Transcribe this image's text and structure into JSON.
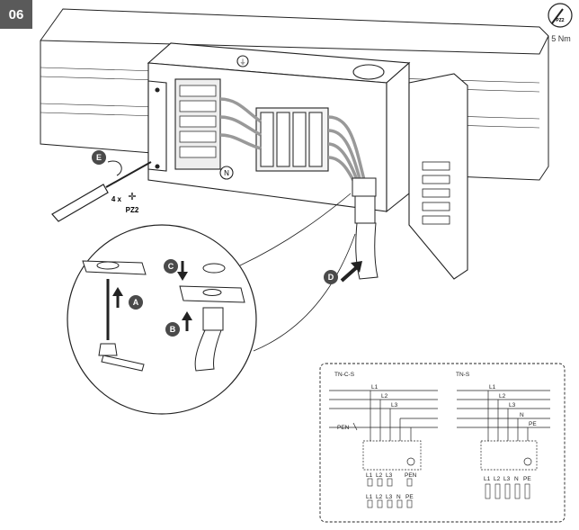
{
  "step_number": "06",
  "torque": {
    "tool_label": "PZ2",
    "value": "5 Nm"
  },
  "screws": {
    "count_label": "4 x",
    "tool_label": "PZ2"
  },
  "markers": {
    "a": "A",
    "b": "B",
    "c": "C",
    "d": "D",
    "e": "E",
    "n": "N"
  },
  "wiring": {
    "tncs": {
      "title": "TN-C-S",
      "lines": [
        "L1",
        "L2",
        "L3"
      ],
      "pen_label": "PEN",
      "terminal_top": [
        "L1",
        "L2",
        "L3",
        "PEN"
      ],
      "terminal_bottom": [
        "L1",
        "L2",
        "L3",
        "N",
        "PE"
      ]
    },
    "tns": {
      "title": "TN-S",
      "lines": [
        "L1",
        "L2",
        "L3",
        "N",
        "PE"
      ],
      "terminal_bottom": [
        "L1",
        "L2",
        "L3",
        "N",
        "PE"
      ]
    }
  },
  "colors": {
    "badge": "#5a5a5a",
    "marker": "#4a4a4a",
    "line": "#222222"
  }
}
